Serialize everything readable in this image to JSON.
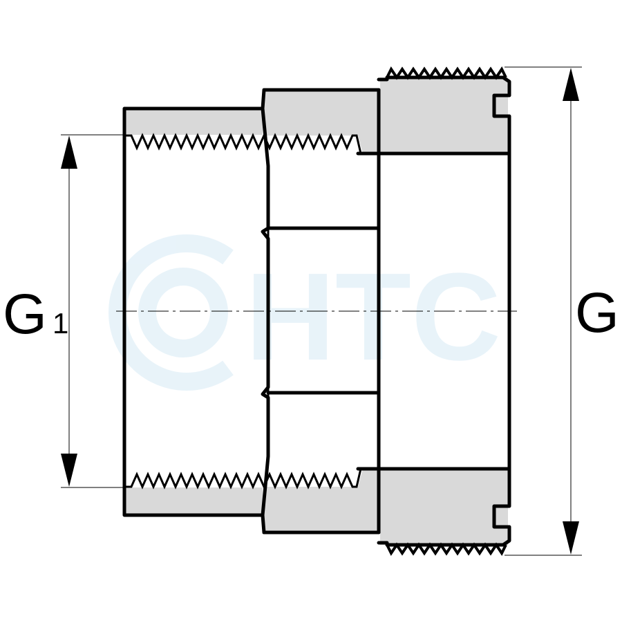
{
  "labels": {
    "left_dimension": "G",
    "left_dimension_subscript": "1",
    "right_dimension": "G"
  },
  "watermark": {
    "text": "HTC",
    "logo": "htc-circle-logo",
    "color": "#e6f2f9"
  },
  "colors": {
    "outline": "#000000",
    "section_fill": "#d9d9d9",
    "background": "#ffffff"
  }
}
